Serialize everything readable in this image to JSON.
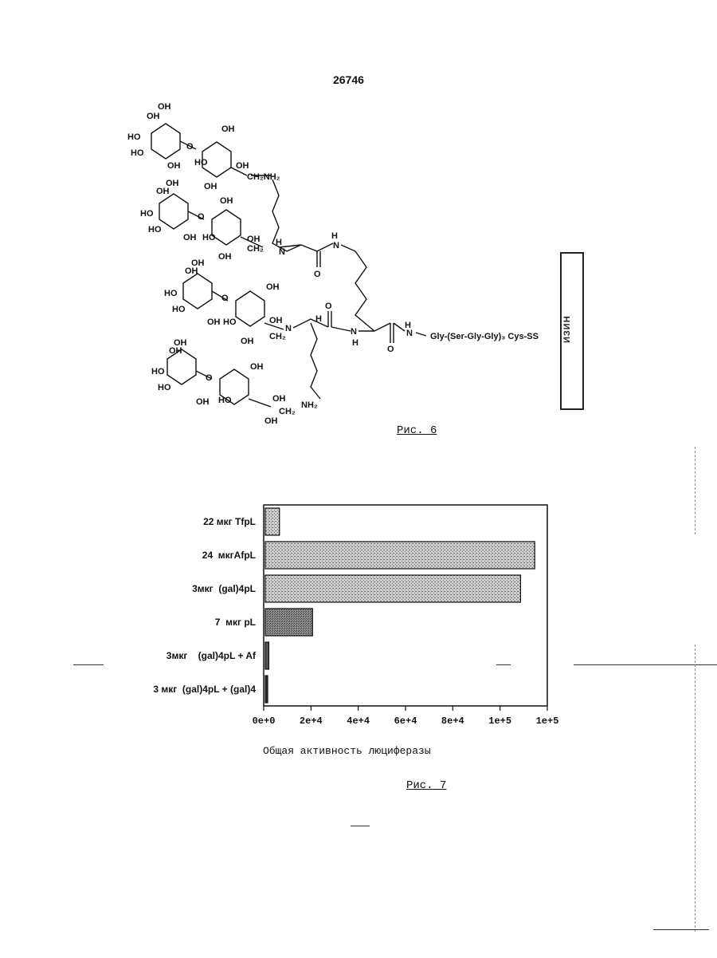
{
  "page_number": "26746",
  "figure6": {
    "caption": "Рис. 6",
    "peptide_label": "Gly-(Ser-Gly-Gly)₃ Cys-SS",
    "side_label": "ИЗИН",
    "atoms": {
      "oh": "OH",
      "ho": "HO",
      "o": "O",
      "n": "N",
      "h": "H",
      "ch2nh2": "CH₂NH₂",
      "ch2": "CH₂",
      "nh2": "NH₂"
    }
  },
  "figure7": {
    "caption": "Рис. 7",
    "xaxis_title": "Общая активность люциферазы"
  },
  "chart_data": {
    "type": "bar",
    "orientation": "horizontal",
    "categories": [
      "22 мкг TfpL",
      "24  мкгAfpL",
      "3мкг  (gal)4pL",
      "7  мкг pL",
      "3мкг    (gal)4pL + Af",
      "3 мкг  (gal)4pL + (gal)4"
    ],
    "values": [
      6000,
      114000,
      108000,
      20000,
      1500,
      800
    ],
    "xticks": [
      "0e+0",
      "2e+4",
      "4e+4",
      "6e+4",
      "8e+4",
      "1e+5",
      "1e+5"
    ],
    "xlim": [
      0,
      120000
    ],
    "xlabel": "Общая активность люциферазы",
    "bar_colors": [
      "#b8b8b8",
      "#c4c4c4",
      "#c4c4c4",
      "#8c8c8c",
      "#555555",
      "#333333"
    ],
    "grid": false
  }
}
